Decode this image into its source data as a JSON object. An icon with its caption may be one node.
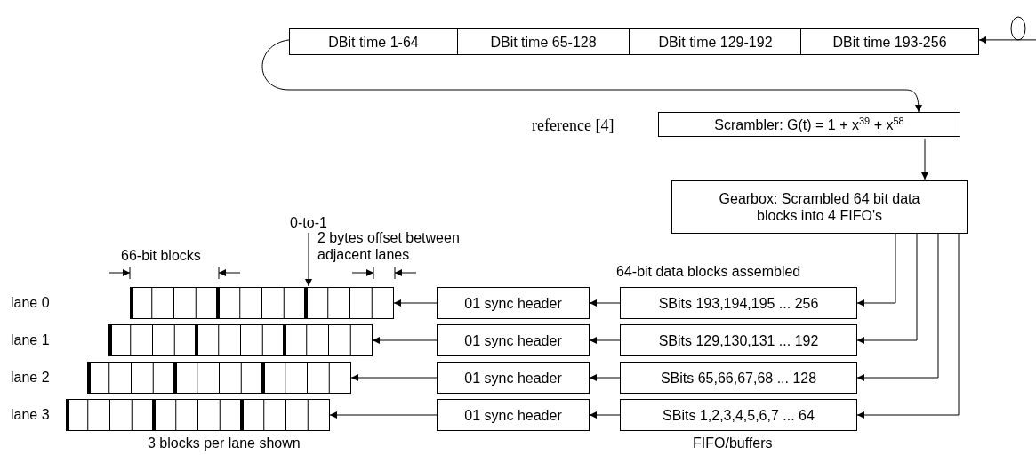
{
  "diagram": {
    "nodes": [
      {
        "text": [
          "DBit time 1-64"
        ]
      },
      {
        "text": [
          "DBit time 65-128"
        ]
      },
      {
        "text": [
          "DBit time 129-192"
        ]
      },
      {
        "text": [
          "DBit time 193-256"
        ]
      },
      {
        "text": [
          "Scrambler: G(t) = 1 + x$^{39}$ + x$^{58}$"
        ],
        "beside": [
          "reference [4]"
        ]
      },
      {
        "text": [
          "Gearbox: Scrambled 64 bit data blocks into 4 FIFO's"
        ]
      },
      {
        "text": [
          "0-to-1"
        ]
      },
      {
        "text": [],
        "shape": "bar"
      },
      {
        "text": [],
        "shape": "bar"
      },
      {
        "text": [],
        "shape": "bar"
      },
      {
        "text": [],
        "shape": "bar"
      },
      {
        "text": [
          "01 sync header"
        ]
      },
      {
        "text": [
          "01 sync header"
        ]
      },
      {
        "text": [
          "01 sync header"
        ]
      },
      {
        "text": [
          "01 sync header"
        ]
      },
      {
        "text": [
          "SBits 193,194,195 ... 256"
        ]
      },
      {
        "text": [
          "SBits 129,130,131 ... 192"
        ]
      },
      {
        "text": [
          "SBits 65,66,67,68 ... 128"
        ]
      },
      {
        "text": [
          "SBits 1,2,3,4,5,6,7 ... 64"
        ]
      }
    ],
    "edges": [
      {
        "from": null,
        "to": 3,
        "arrow": "to"
      },
      {
        "from": 0,
        "to": 4,
        "arrow": "to"
      },
      {
        "from": 4,
        "to": 5,
        "arrow": "to"
      },
      {
        "from": 5,
        "to": 15,
        "arrow": "to"
      },
      {
        "from": 5,
        "to": 16,
        "arrow": "to"
      },
      {
        "from": 5,
        "to": 17,
        "arrow": "to"
      },
      {
        "from": 5,
        "to": 18,
        "arrow": "to"
      },
      {
        "from": 15,
        "to": 11,
        "arrow": "to"
      },
      {
        "from": 16,
        "to": 12,
        "arrow": "to"
      },
      {
        "from": 17,
        "to": 13,
        "arrow": "to"
      },
      {
        "from": 18,
        "to": 14,
        "arrow": "to"
      },
      {
        "from": 11,
        "to": 7,
        "arrow": "to"
      },
      {
        "from": 12,
        "to": 8,
        "arrow": "to"
      },
      {
        "from": 13,
        "to": 9,
        "arrow": "to"
      },
      {
        "from": 14,
        "to": 10,
        "arrow": "to"
      },
      {
        "from": 6,
        "to": 7,
        "arrow": "to"
      }
    ],
    "labels": [
      "2 bytes offset between adjacent lanes",
      "66-bit blocks",
      "64-bit data blocks assembled",
      "lane 0",
      "lane 1",
      "lane 2",
      "lane 3",
      "3 blocks per lane shown",
      "FIFO/buffers"
    ]
  }
}
